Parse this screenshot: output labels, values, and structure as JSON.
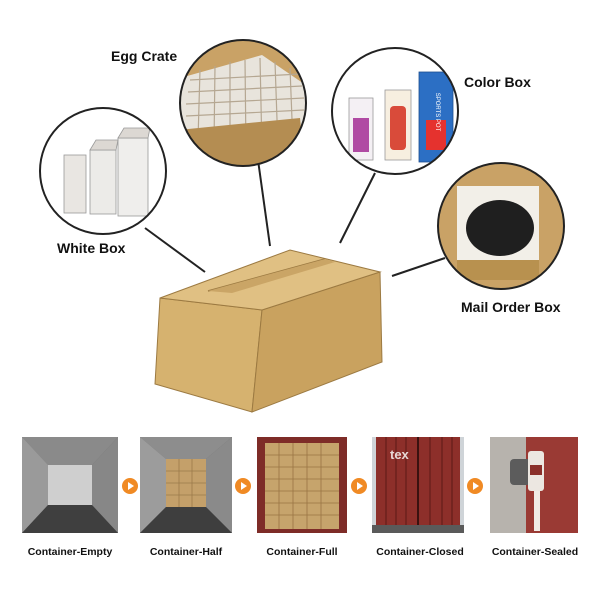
{
  "labels": {
    "egg_crate": "Egg Crate",
    "color_box": "Color Box",
    "white_box": "White Box",
    "mail_order_box": "Mail Order Box"
  },
  "color_box_print": "SPORTS POT",
  "container_steps": [
    {
      "label": "Container-Empty"
    },
    {
      "label": "Container-Half"
    },
    {
      "label": "Container-Full"
    },
    {
      "label": "Container-Closed"
    },
    {
      "label": "Container-Sealed"
    }
  ],
  "container_brand_text": "tex",
  "colors": {
    "cardboard": "#d4b06f",
    "cardboard_dark": "#b58d4e",
    "arrow": "#f08a24",
    "container_red": "#8d2f2a"
  }
}
